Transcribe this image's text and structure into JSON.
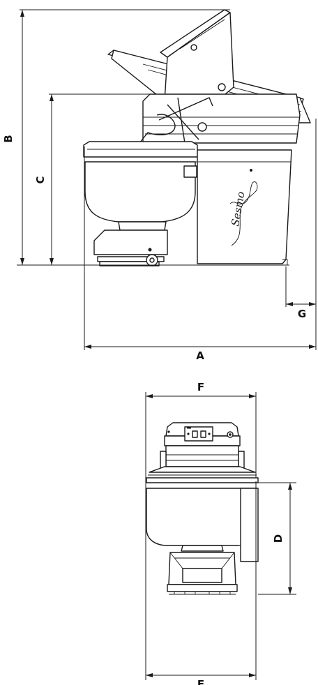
{
  "dimension_labels": {
    "A": "A",
    "B": "B",
    "C": "C",
    "D": "D",
    "E": "E",
    "F": "F",
    "G": "G"
  },
  "brand_text": "Sesmo",
  "colors": {
    "line": "#1a1a1a",
    "background": "#ffffff"
  }
}
